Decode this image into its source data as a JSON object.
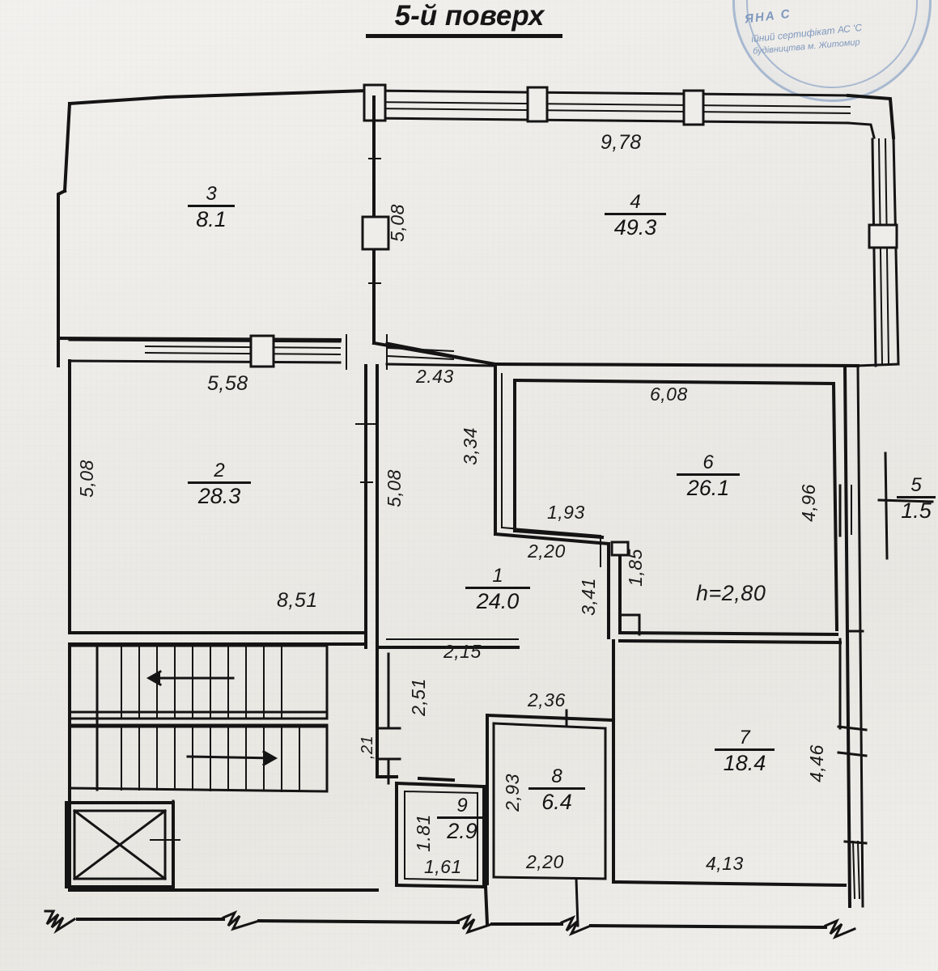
{
  "title": "5-й поверх",
  "ceiling_note": "h=2,80",
  "stamp": {
    "line1": "ЯНА С",
    "line2": "ійний сертифікат АС 'С",
    "line3": "будівництва м. Житомир"
  },
  "rooms": [
    {
      "id": "room-3",
      "number": "3",
      "area": "8.1"
    },
    {
      "id": "room-4",
      "number": "4",
      "area": "49.3"
    },
    {
      "id": "room-2",
      "number": "2",
      "area": "28.3"
    },
    {
      "id": "room-1",
      "number": "1",
      "area": "24.0"
    },
    {
      "id": "room-6",
      "number": "6",
      "area": "26.1"
    },
    {
      "id": "room-5",
      "number": "5",
      "area": "1.5"
    },
    {
      "id": "room-7",
      "number": "7",
      "area": "18.4"
    },
    {
      "id": "room-8",
      "number": "8",
      "area": "6.4"
    },
    {
      "id": "room-9",
      "number": "9",
      "area": "2.9"
    }
  ],
  "dimensions": {
    "d_978": "9,78",
    "d_508_top": "5,08",
    "d_558": "5,58",
    "d_243": "2.43",
    "d_608": "6,08",
    "d_508_left": "5,08",
    "d_508_mid": "5,08",
    "d_334": "3,34",
    "d_496": "4,96",
    "d_193": "1,93",
    "d_220_top": "2,20",
    "d_185": "1,85",
    "d_851": "8,51",
    "d_215": "2,15",
    "d_341": "3,41",
    "d_251": "2,51",
    "d_236": "2,36",
    "d_121": ",21",
    "d_293": "2,93",
    "d_181": "1.81",
    "d_161": "1,61",
    "d_220_bottom": "2,20",
    "d_446": "4,46",
    "d_413": "4,13"
  },
  "stairs": {
    "up_arrow": "up-flight-arrow",
    "down_arrow": "down-flight-arrow"
  },
  "colors": {
    "ink": "#141414",
    "paper": "#efedea",
    "stamp_blue": "#8ea6c8"
  }
}
